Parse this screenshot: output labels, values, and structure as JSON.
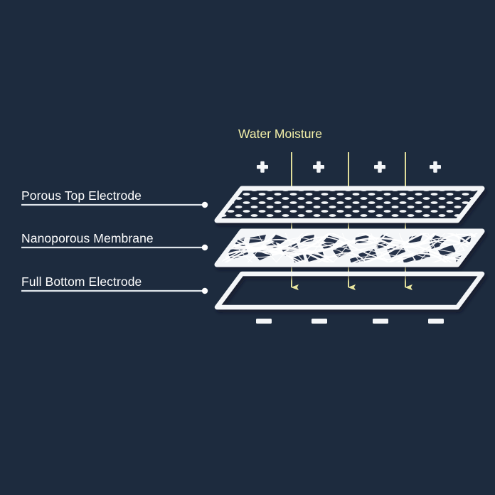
{
  "figure": {
    "title": "Water Moisture",
    "background_color": "#1d2b3e",
    "accent_yellow": "#f2efa8",
    "line_color": "#ffffff"
  },
  "labels": [
    {
      "id": "porous-top-electrode",
      "text": "Porous Top Electrode"
    },
    {
      "id": "nanoporous-membrane",
      "text": "Nanoporous Membrane"
    },
    {
      "id": "full-bottom-electrode",
      "text": "Full Bottom Electrode"
    }
  ],
  "charges": {
    "positive_symbol": "+",
    "negative_symbol": "−",
    "positive_count": 4,
    "negative_count": 4
  },
  "flow": {
    "arrow_count": 3,
    "direction": "down"
  },
  "layers": [
    {
      "id": "top-electrode",
      "fill": "porous-dots"
    },
    {
      "id": "membrane",
      "fill": "nanofiber-mesh"
    },
    {
      "id": "bottom-electrode",
      "fill": "empty-outline"
    }
  ]
}
